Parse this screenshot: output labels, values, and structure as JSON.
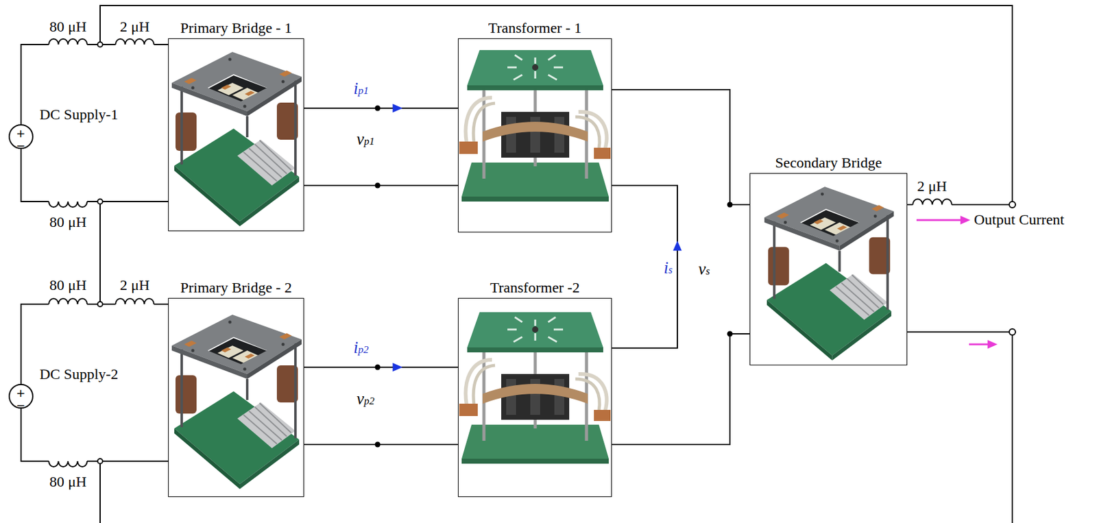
{
  "diagram": {
    "nodes": [
      {
        "text": [
          "Primary Bridge - 1"
        ]
      },
      {
        "text": [
          "Transformer - 1"
        ]
      },
      {
        "text": [
          "Secondary Bridge"
        ]
      },
      {
        "text": [
          "Primary Bridge - 2"
        ]
      },
      {
        "text": [
          "Transformer -2"
        ]
      }
    ],
    "edges": [
      {
        "from": 0,
        "to": 1,
        "arrow": "to"
      },
      {
        "from": 0,
        "to": 1,
        "arrow": "none"
      },
      {
        "from": 1,
        "to": 2,
        "arrow": "none"
      },
      {
        "from": 4,
        "to": 1,
        "arrow": "to"
      },
      {
        "from": 3,
        "to": 4,
        "arrow": "to"
      },
      {
        "from": 3,
        "to": 4,
        "arrow": "none"
      },
      {
        "from": 4,
        "to": 2,
        "arrow": "none"
      }
    ],
    "labels": [
      "DC Supply-1",
      "+",
      "−",
      "80 μH",
      "2 μH",
      "80 μH",
      "ip1",
      "vp1",
      "DC Supply-2",
      "+",
      "−",
      "80 μH",
      "2 μH",
      "80 μH",
      "ip2",
      "vp2",
      "is",
      "vs",
      "2 μH",
      "Output Current"
    ]
  }
}
